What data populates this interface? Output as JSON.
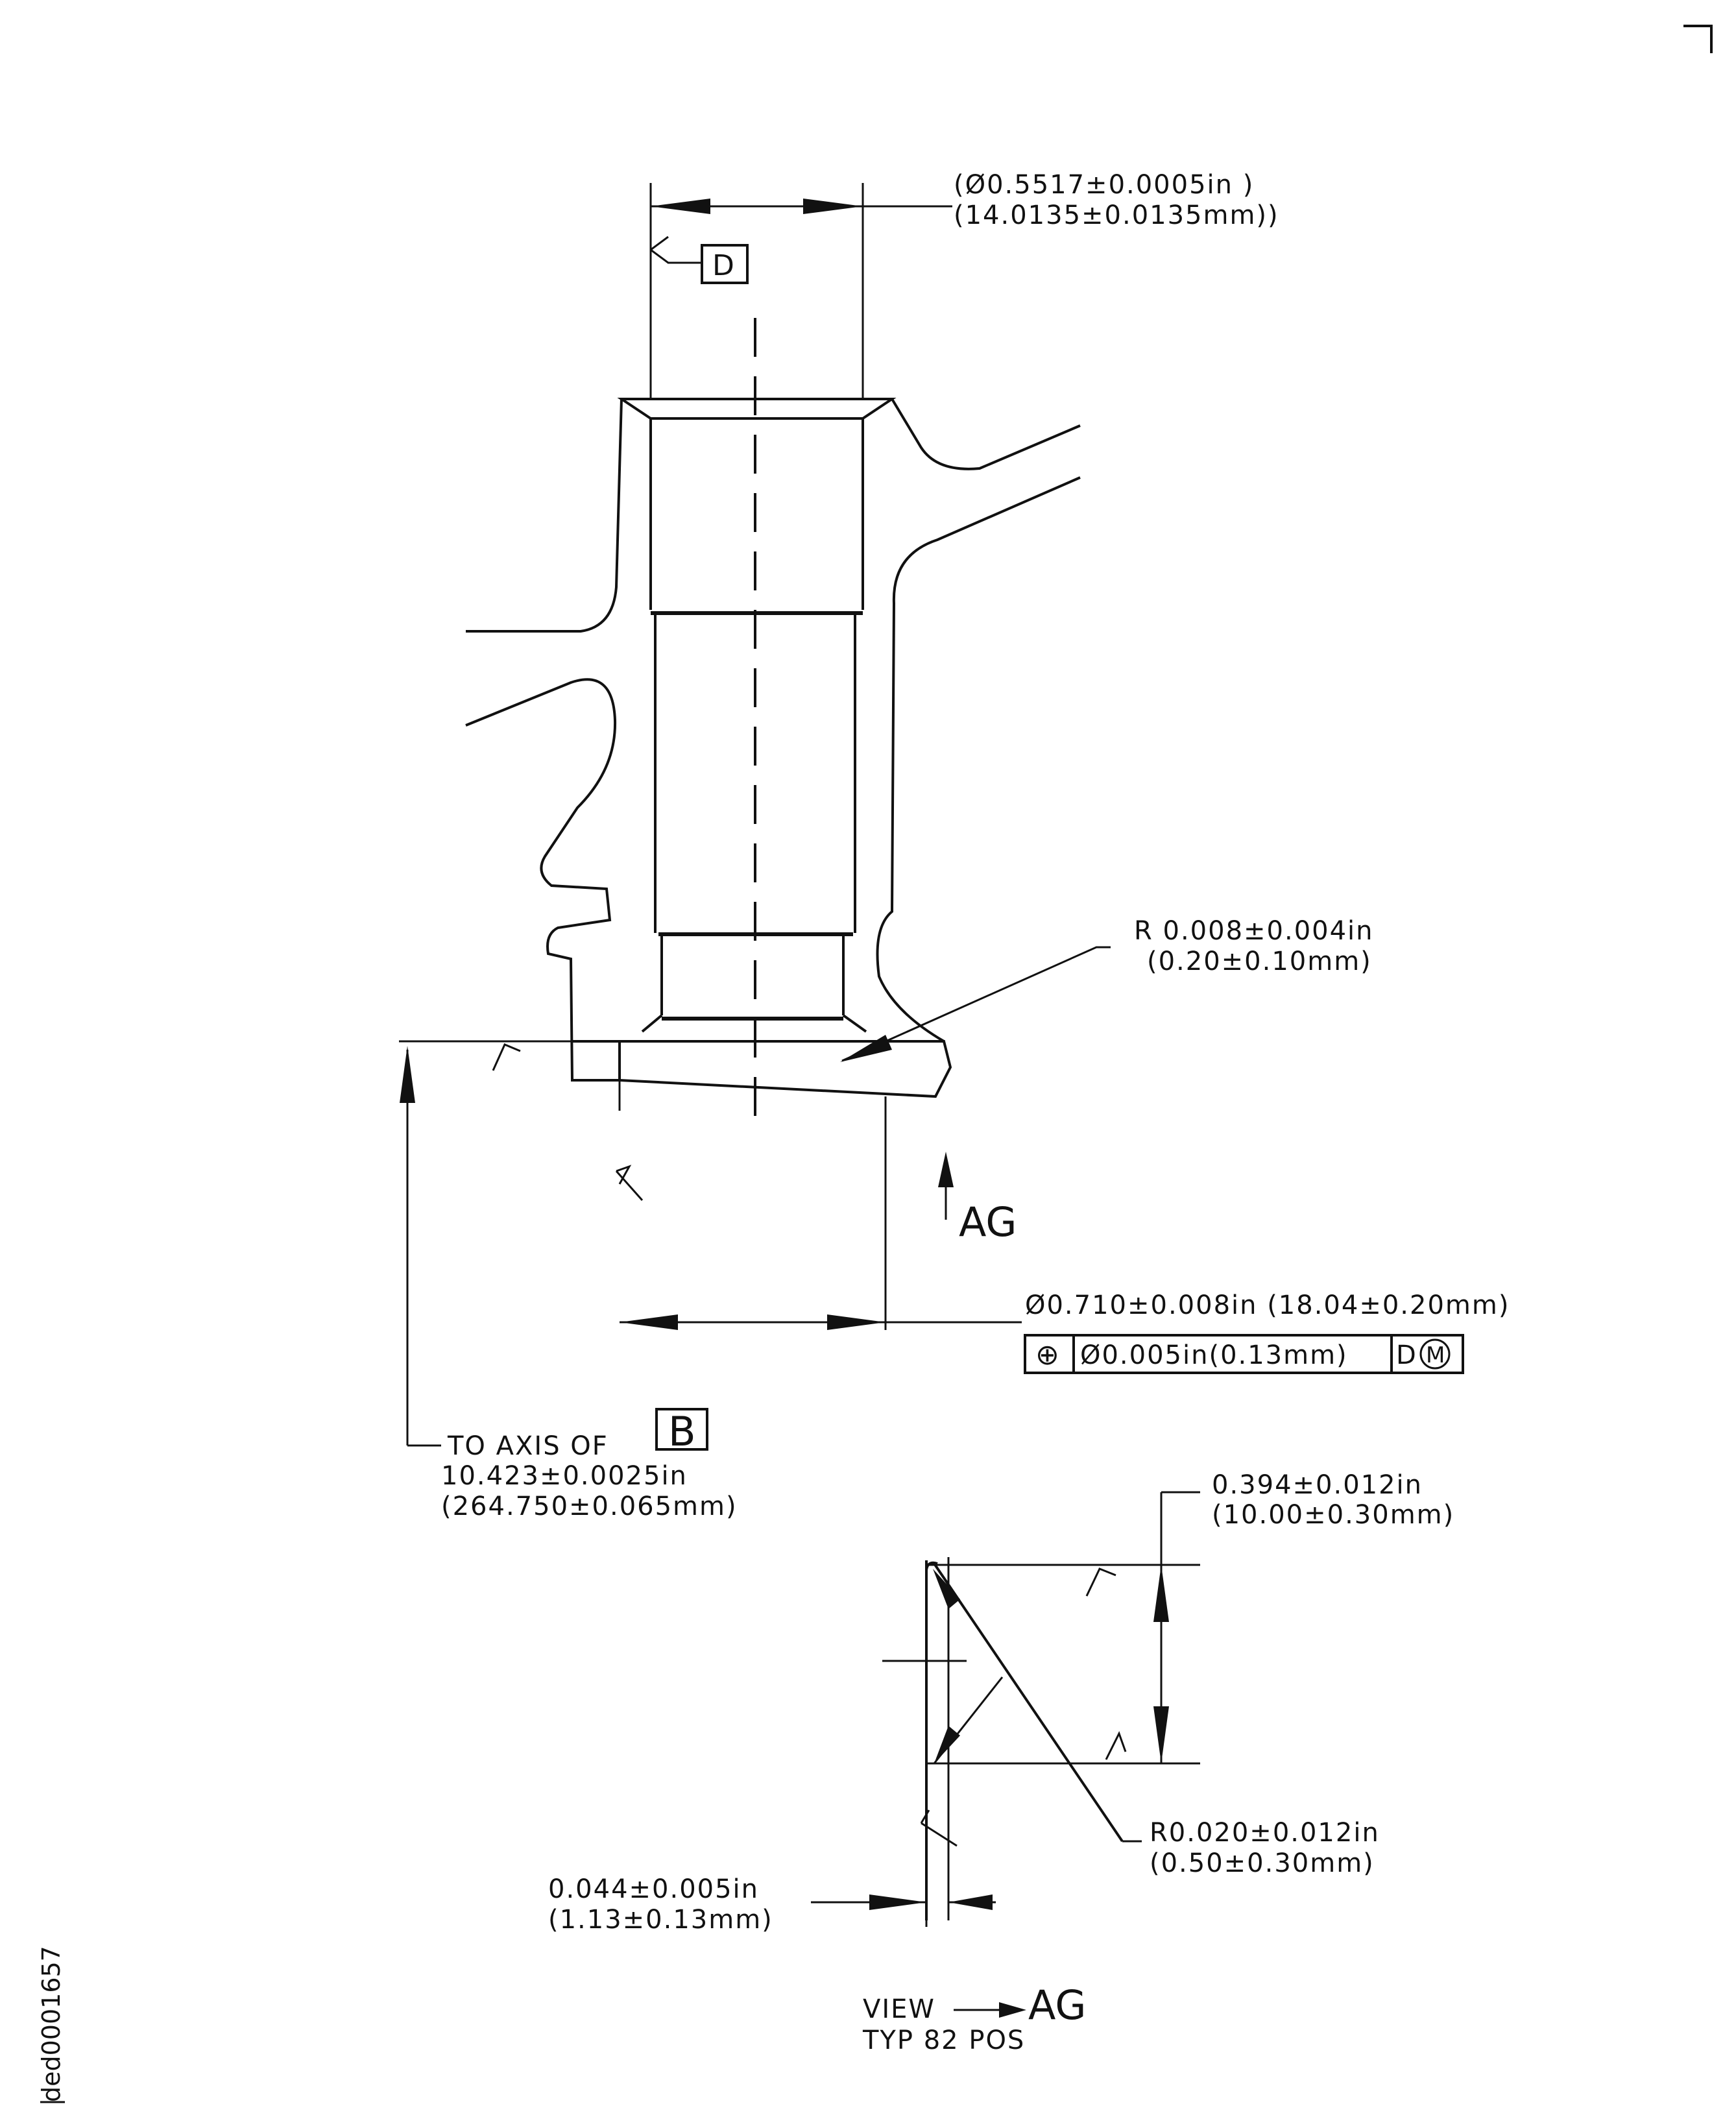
{
  "datum_d": "D",
  "datum_b": "B",
  "dims": {
    "bore_in": "(Ø0.5517±0.0005in )",
    "bore_mm": "(14.0135±0.0135mm))",
    "radius_in": "R 0.008±0.004in",
    "radius_mm": "(0.20±0.10mm)",
    "seat_dia": "Ø0.710±0.008in (18.04±0.20mm)",
    "to_axis": "TO AXIS OF",
    "axis_in": "10.423±0.0025in",
    "axis_mm": "(264.750±0.065mm)",
    "depth_in": "0.394±0.012in",
    "depth_mm": "(10.00±0.30mm)",
    "corner_r_in": "R0.020±0.012in",
    "corner_r_mm": "(0.50±0.30mm)",
    "wall_in": "0.044±0.005in",
    "wall_mm": "(1.13±0.13mm)"
  },
  "fcf": {
    "symbol": "⊕",
    "tolerance": "Ø0.005in(0.13mm)",
    "datum": "D",
    "modifier": "M"
  },
  "view_arrow_label": "AG",
  "view": {
    "label": "VIEW",
    "name": "AG",
    "note": "TYP 82 POS"
  },
  "doc_id": "ded0001657"
}
